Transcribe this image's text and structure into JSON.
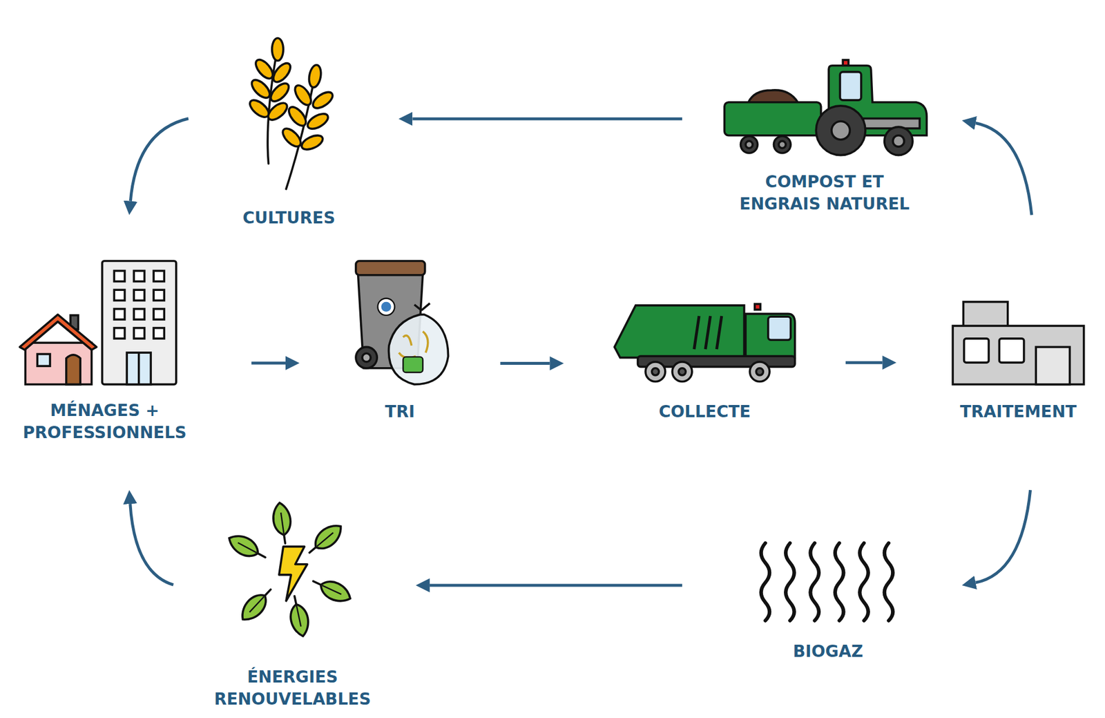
{
  "diagram": {
    "nodes": [
      {
        "text": [
          "CULTURES"
        ]
      },
      {
        "text": [
          "COMPOST ET ENGRAIS NATUREL"
        ]
      },
      {
        "text": [
          "MÉNAGES + PROFESSIONNELS"
        ]
      },
      {
        "text": [
          "TRI"
        ]
      },
      {
        "text": [
          "COLLECTE"
        ]
      },
      {
        "text": [
          "TRAITEMENT"
        ]
      },
      {
        "text": [
          "BIOGAZ"
        ]
      },
      {
        "text": [
          "ÉNERGIES RENOUVELABLES"
        ]
      }
    ],
    "edges": [
      {
        "from": 2,
        "to": 3,
        "arrow": "to"
      },
      {
        "from": 3,
        "to": 4,
        "arrow": "to"
      },
      {
        "from": 4,
        "to": 5,
        "arrow": "to"
      },
      {
        "from": 5,
        "to": 1,
        "arrow": "to"
      },
      {
        "from": 1,
        "to": 0,
        "arrow": "to"
      },
      {
        "from": 0,
        "to": 2,
        "arrow": "to"
      },
      {
        "from": 5,
        "to": 6,
        "arrow": "to"
      },
      {
        "from": 6,
        "to": 7,
        "arrow": "to"
      },
      {
        "from": 7,
        "to": 2,
        "arrow": "to"
      }
    ]
  }
}
